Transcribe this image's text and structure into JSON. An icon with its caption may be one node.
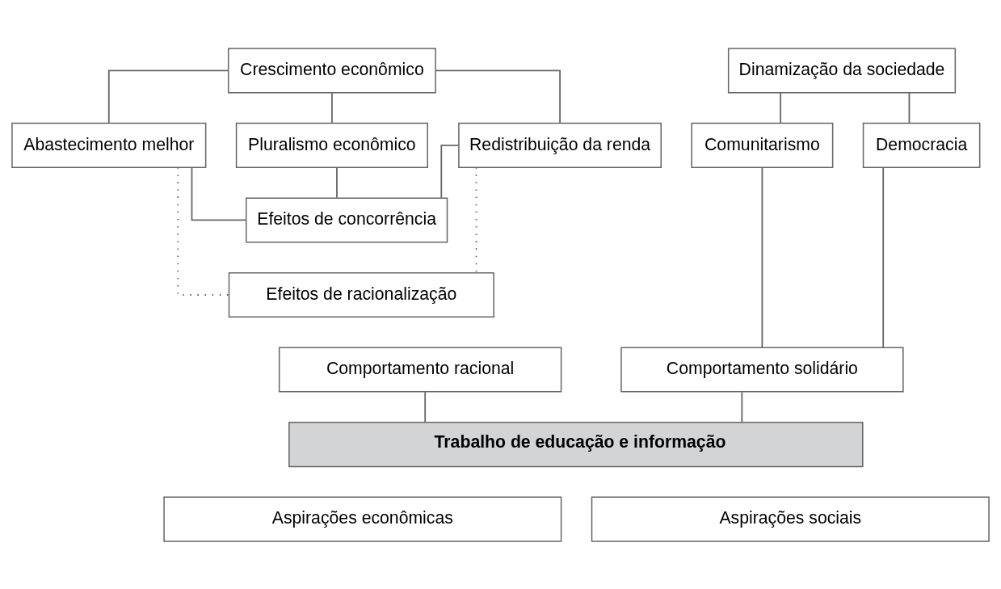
{
  "diagram": {
    "nodes": [
      {
        "text": [
          "Crescimento econômico"
        ]
      },
      {
        "text": [
          "Dinamização da sociedade"
        ]
      },
      {
        "text": [
          "Redistribuição da renda"
        ]
      },
      {
        "text": [
          "Pluralismo econômico"
        ]
      },
      {
        "text": [
          "Abastecimento melhor"
        ]
      },
      {
        "text": [
          "Democracia"
        ]
      },
      {
        "text": [
          "Comunitarismo"
        ]
      },
      {
        "text": [
          "Efeitos de concorrência"
        ]
      },
      {
        "text": [
          "Efeitos de racionalização"
        ]
      },
      {
        "text": [
          "Comportamento racional"
        ]
      },
      {
        "text": [
          "Comportamento solidário"
        ]
      },
      {
        "text": [
          "Trabalho de educação e informação"
        ]
      },
      {
        "text": [
          "Aspirações econômicas"
        ]
      },
      {
        "text": [
          "Aspirações sociais"
        ]
      }
    ],
    "edges": [
      {
        "from": 0,
        "to": 2,
        "arrow": "none"
      },
      {
        "from": 0,
        "to": 3,
        "arrow": "none"
      },
      {
        "from": 0,
        "to": 4,
        "arrow": "none"
      },
      {
        "from": 1,
        "to": 5,
        "arrow": "none"
      },
      {
        "from": 1,
        "to": 6,
        "arrow": "none"
      },
      {
        "from": 2,
        "to": 7,
        "arrow": "none"
      },
      {
        "from": 3,
        "to": 7,
        "arrow": "none"
      },
      {
        "from": 4,
        "to": 7,
        "arrow": "none"
      },
      {
        "from": 2,
        "to": 8,
        "arrow": "none",
        "style": "dashed"
      },
      {
        "from": 4,
        "to": 8,
        "arrow": "none",
        "style": "dashed"
      },
      {
        "from": 5,
        "to": 10,
        "arrow": "none"
      },
      {
        "from": 6,
        "to": 10,
        "arrow": "none"
      },
      {
        "from": 9,
        "to": 11,
        "arrow": "none"
      },
      {
        "from": 10,
        "to": 11,
        "arrow": "none"
      }
    ]
  }
}
